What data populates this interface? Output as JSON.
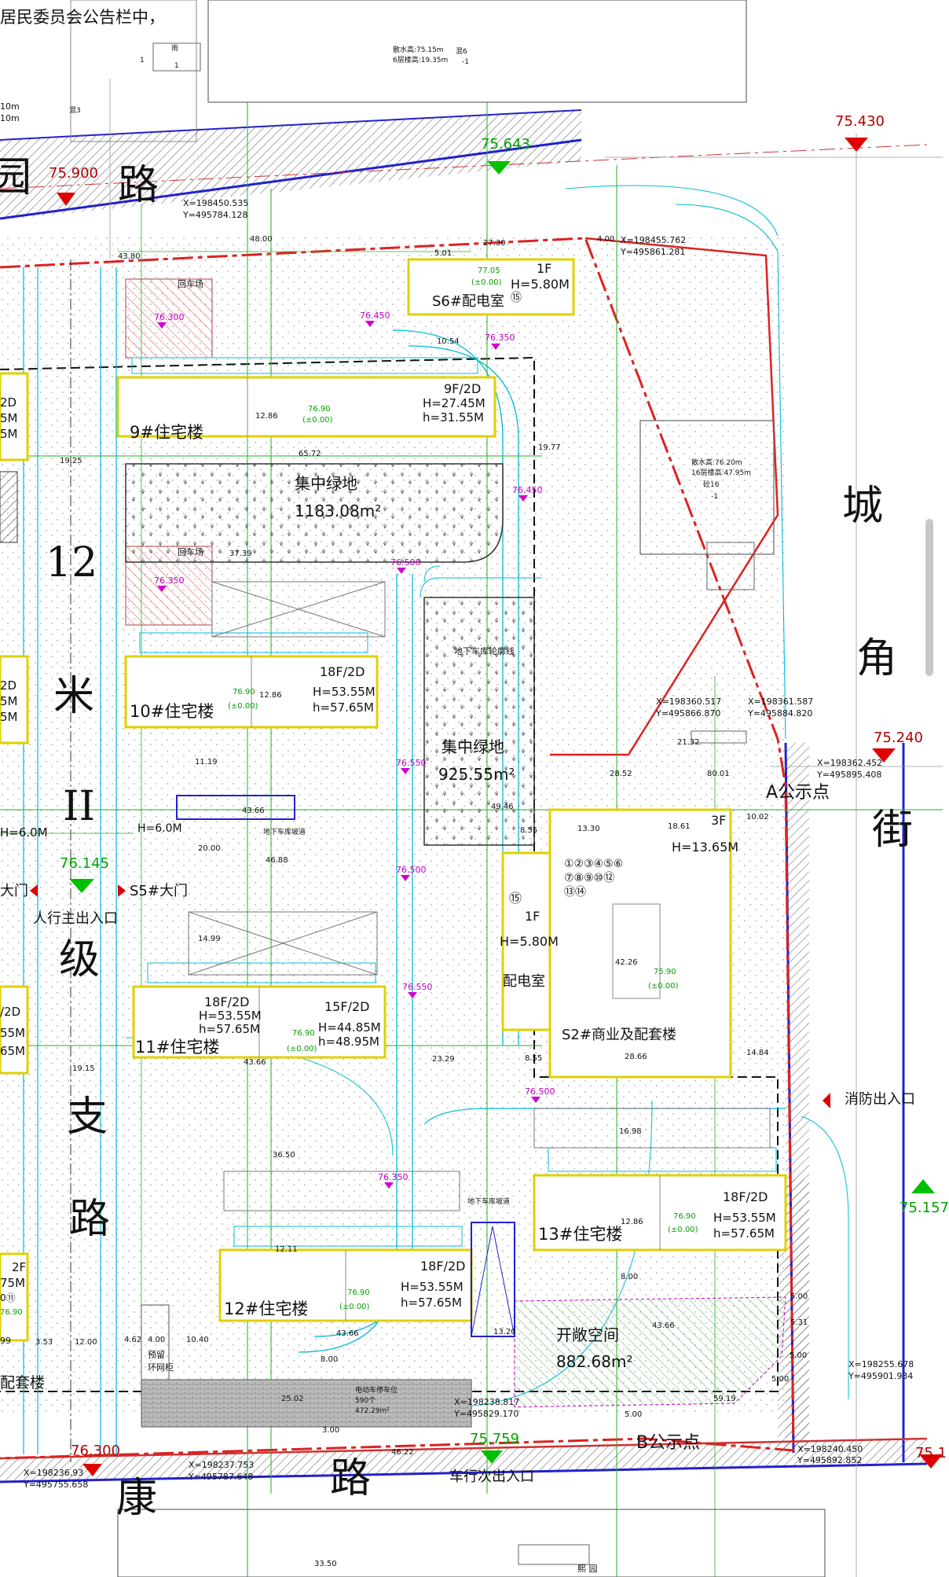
{
  "header_text": "居民委员会公告栏中，",
  "roads": {
    "north": [
      "园",
      "路"
    ],
    "west": [
      "12",
      "米",
      "II",
      "级",
      "支",
      "路"
    ],
    "east": [
      "城",
      "角",
      "街"
    ],
    "south": [
      "康",
      "路"
    ]
  },
  "elevations_red": [
    "75.900",
    "75.430",
    "75.240",
    "76.300",
    "75.1"
  ],
  "elevations_green": [
    "75.643",
    "76.145",
    "75.157",
    "75.759"
  ],
  "elevations_magenta": [
    "76.300",
    "76.450",
    "76.350",
    "76.450",
    "76.500",
    "76.350",
    "76.550",
    "76.500",
    "76.550",
    "76.500",
    "76.350"
  ],
  "buildings": {
    "b9": {
      "name": "9#住宅楼",
      "floors": "9F/2D",
      "H": "H=27.45M",
      "h": "h=31.55M",
      "level": "76.90",
      "zero": "(±0.00)"
    },
    "b10": {
      "name": "10#住宅楼",
      "floors": "18F/2D",
      "H": "H=53.55M",
      "h": "h=57.65M",
      "level": "76.90",
      "zero": "(±0.00)"
    },
    "b11": {
      "name": "11#住宅楼",
      "floors_a": "18F/2D",
      "H_a": "H=53.55M",
      "h_a": "h=57.65M",
      "floors_b": "15F/2D",
      "H_b": "H=44.85M",
      "h_b": "h=48.95M",
      "level": "76.90",
      "zero": "(±0.00)"
    },
    "b12": {
      "name": "12#住宅楼",
      "floors": "18F/2D",
      "H": "H=53.55M",
      "h": "h=57.65M",
      "level": "76.90",
      "zero": "(±0.00)"
    },
    "b13": {
      "name": "13#住宅楼",
      "floors": "18F/2D",
      "H": "H=53.55M",
      "h": "h=57.65M",
      "level": "76.90",
      "zero": "(±0.00)"
    },
    "s6": {
      "name": "S6#配电室",
      "floors": "1F",
      "H": "H=5.80M",
      "num": "⑮",
      "level": "77.05",
      "zero": "(±0.00)"
    },
    "s2": {
      "name": "S2#商业及配套楼",
      "floors": "3F",
      "H": "H=13.65M",
      "nums1": "①②③④⑤⑥",
      "nums2": "⑦⑧⑨⑩⑫",
      "nums3": "⑬⑭",
      "level": "75.90",
      "zero": "(±0.00)"
    },
    "pdr": {
      "name": "配电室",
      "floors": "1F",
      "H": "H=5.80M",
      "num": "⑮"
    },
    "west_h": "H=6.0M",
    "west_partial": [
      "2D",
      "5M",
      "5M",
      "2D",
      "5M",
      "5M",
      "/2D",
      "55M",
      "65M",
      "2F",
      "75M",
      "0⑪",
      "76.90",
      "99",
      "配套楼"
    ]
  },
  "green1": {
    "name": "集中绿地",
    "area": "1183.08m²"
  },
  "green2": {
    "name": "集中绿地",
    "area": "925.55m²",
    "outline": "地下车库轮廓线"
  },
  "open_space": {
    "name": "开敞空间",
    "area": "882.68m²"
  },
  "turnaround": "回车场",
  "ramp": "地下车库坡道",
  "ramp2": "地下车库坡道",
  "ebike": {
    "label": "电动车停车位",
    "count": "590个",
    "area": "472.29m²"
  },
  "reserve": [
    "预留",
    "环网柜"
  ],
  "gates": {
    "s5": "S5#大门",
    "west_gate": "大门",
    "ped": "人行主出入口",
    "fire": "消防出入口",
    "car2": "车行次出入口",
    "noticeA": "A公示点",
    "noticeB": "B公示点"
  },
  "coords": [
    "X=198450.535",
    "Y=495784.128",
    "X=198455.762",
    "Y=495861.281",
    "X=198360.517",
    "Y=495866.870",
    "X=198361.587",
    "Y=495884.820",
    "X=198362.452",
    "Y=495895.408",
    "X=198255.678",
    "Y=495901.934",
    "X=198240.450",
    "Y=495892.852",
    "X=198238.817",
    "Y=495829.170",
    "X=198237.753",
    "Y=495787.648",
    "X=198236.93",
    "Y=495755.658"
  ],
  "dims": [
    "27.30",
    "4.00",
    "5.01",
    "10.54",
    "12.86",
    "48.00",
    "43.80",
    "19.25",
    "65.72",
    "19.77",
    "37.39",
    "12.86",
    "11.19",
    "43.66",
    "20.00",
    "46.88",
    "49.46",
    "8.55",
    "13.30",
    "18.61",
    "10.02",
    "21.32",
    "80.01",
    "28.52",
    "42.26",
    "28.66",
    "14.84",
    "8.55",
    "23.29",
    "14.99",
    "19.15",
    "43.66",
    "36.50",
    "16.98",
    "12.86",
    "8.00",
    "12.11",
    "43.66",
    "3.53",
    "12.00",
    "4.62",
    "4.00",
    "10.40",
    "8.00",
    "25.02",
    "3.00",
    "46.22",
    "13.20",
    "43.66",
    "5.00",
    "5.31",
    "5.00",
    "59.19",
    "5.00",
    "33.50",
    "5.00"
  ],
  "existing_top": {
    "line1": "散水高:75.15m",
    "line2": "6层楼高:19.35m",
    "label": "混6",
    "sub": "-1"
  },
  "existing_east": {
    "line1": "散水高:76.20m",
    "line2": "16层楼高:47.95m",
    "label": "砼16",
    "sub": "-1"
  },
  "existing_nw": {
    "lines": [
      "10m",
      "10m"
    ],
    "label": "混3",
    "box": "雨",
    "nums": [
      "1",
      "1"
    ]
  },
  "south_bottom": "熙  园",
  "nw_small": "1"
}
